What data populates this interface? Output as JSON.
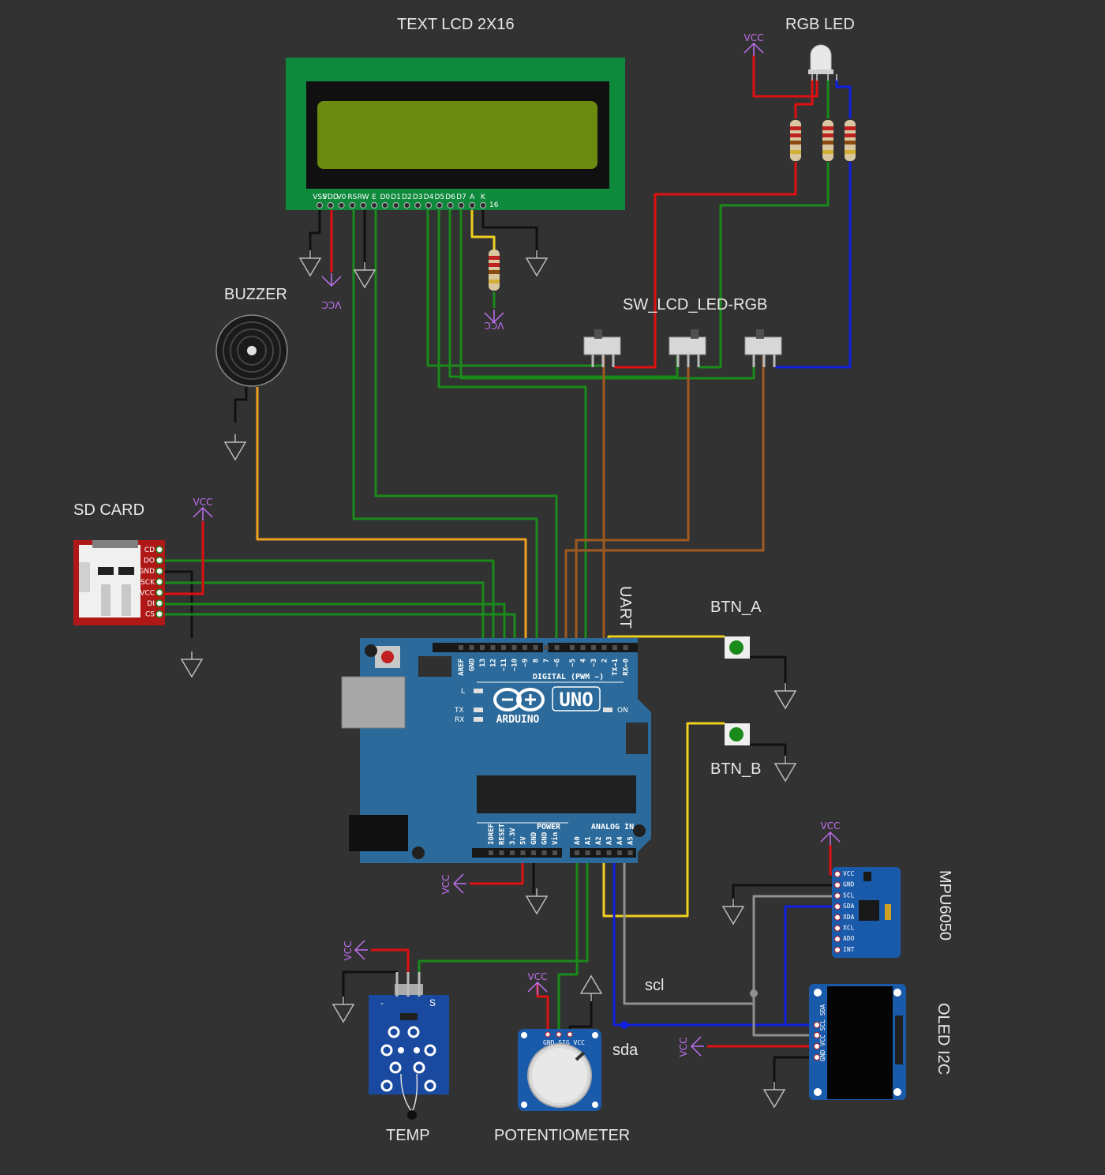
{
  "labels": {
    "lcd": "TEXT LCD 2X16",
    "rgb_led": "RGB LED",
    "buzzer": "BUZZER",
    "switches": "SW_LCD_LED-RGB",
    "sd_card": "SD CARD",
    "uart": "UART",
    "btn_a": "BTN_A",
    "btn_b": "BTN_B",
    "mpu": "MPU6050",
    "oled": "OLED I2C",
    "scl": "scl",
    "sda": "sda",
    "temp": "TEMP",
    "potentiometer": "POTENTIOMETER"
  },
  "power_label": "VCC",
  "lcd_pins": [
    "VSS",
    "VDD",
    "V0",
    "RS",
    "RW",
    "E",
    "D0",
    "D1",
    "D2",
    "D3",
    "D4",
    "D5",
    "D6",
    "D7",
    "A",
    "K"
  ],
  "lcd_pin16": "16",
  "sd_pins": [
    "CD",
    "DO",
    "GND",
    "SCK",
    "VCC",
    "DI",
    "CS"
  ],
  "arduino": {
    "brand": "ARDUINO",
    "model": "UNO",
    "digital_label": "DIGITAL (PWM ~)",
    "power_label": "POWER",
    "analog_label": "ANALOG IN",
    "on": "ON",
    "tx": "TX",
    "rx": "RX",
    "l": "L",
    "digital_pins": [
      "AREF",
      "GND",
      "13",
      "12",
      "~11",
      "~10",
      "~9",
      "8",
      "7",
      "~6",
      "~5",
      "4",
      "~3",
      "2",
      "TX→1",
      "RX←0"
    ],
    "power_pins": [
      "IOREF",
      "RESET",
      "3.3V",
      "5V",
      "GND",
      "GND",
      "Vin"
    ],
    "analog_pins": [
      "A0",
      "A1",
      "A2",
      "A3",
      "A4",
      "A5"
    ]
  },
  "mpu_pins": [
    "VCC",
    "GND",
    "SCL",
    "SDA",
    "XDA",
    "XCL",
    "ADO",
    "INT"
  ],
  "oled_pins": "GND VCC SCL SDA",
  "pot_pins": "GND SIG VCC",
  "temp_marks": {
    "minus": "-",
    "s": "S"
  },
  "colors": {
    "background": "#323232",
    "wire_green": "#1a8a1a",
    "wire_red": "#e01010",
    "wire_black": "#101010",
    "wire_orange": "#f0a020",
    "wire_yellow": "#f0d020",
    "wire_brown": "#a05a20",
    "wire_blue": "#1020e0",
    "wire_gray": "#909090",
    "vcc_purple": "#c070f0",
    "arduino_blue": "#2b6a9a",
    "lcd_pcb": "#0f8a3c",
    "lcd_screen": "#6a8a10"
  }
}
